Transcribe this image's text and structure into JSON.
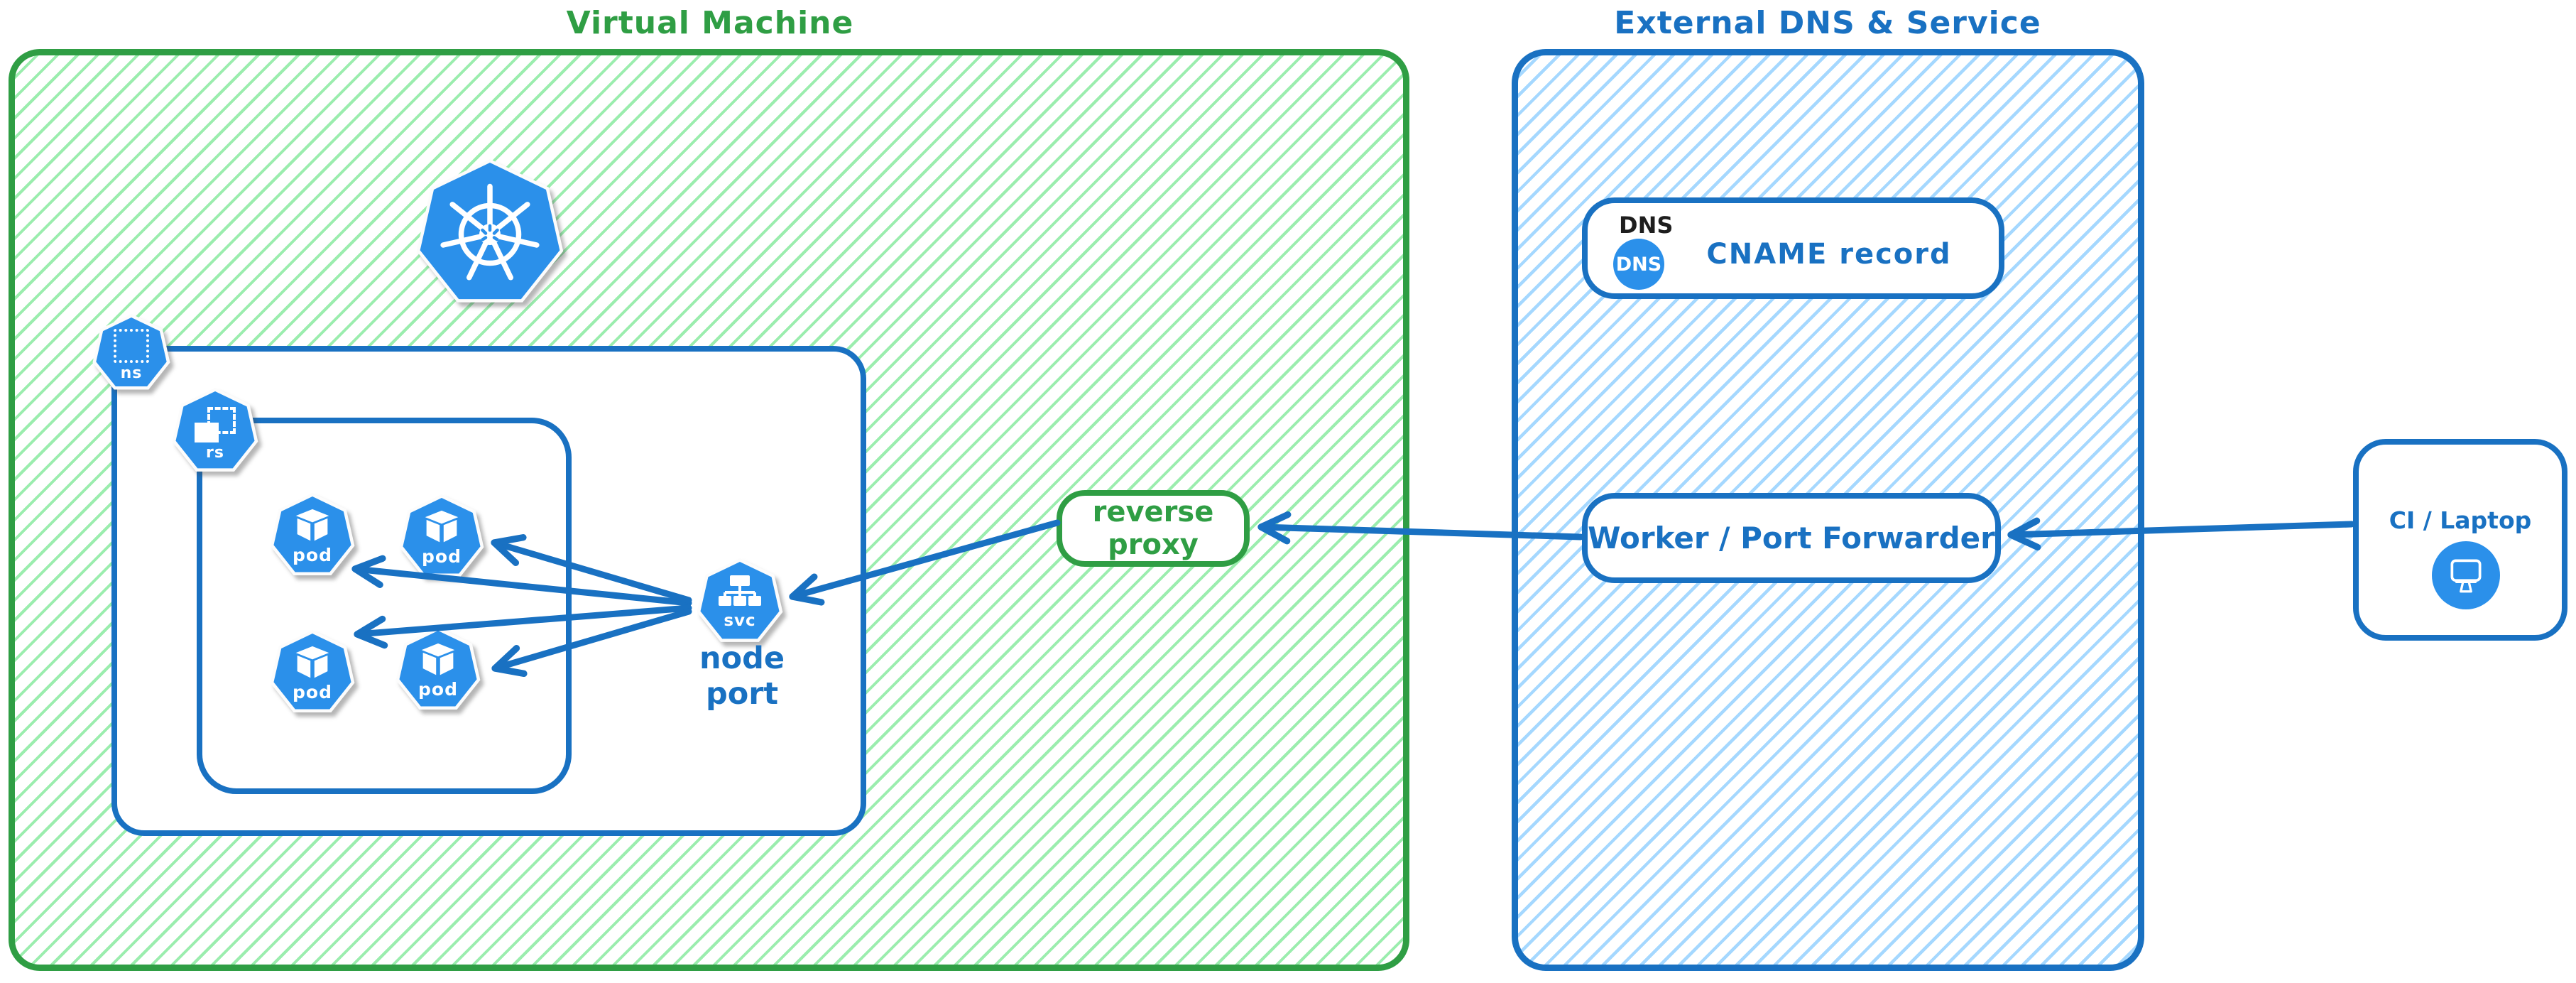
{
  "colors": {
    "green_accent": "#2f9e44",
    "green_hatch": "#9bedae",
    "blue_accent": "#1971c2",
    "blue_hatch": "#a5d8ff",
    "icon_blue": "#2b90ea",
    "dns_tag_color": "#1e1e1e"
  },
  "vm": {
    "title": "Virtual Machine",
    "ns_label": "ns",
    "rs_label": "rs",
    "svc_label": "svc",
    "node_port_label": "node port",
    "pods": [
      {
        "label": "pod"
      },
      {
        "label": "pod"
      },
      {
        "label": "pod"
      },
      {
        "label": "pod"
      }
    ]
  },
  "reverse_proxy": {
    "label": "reverse proxy"
  },
  "external": {
    "title": "External DNS & Service",
    "dns_tag": "DNS",
    "dns_badge": "DNS",
    "cname_label": "CNAME record",
    "worker_label": "Worker / Port Forwarder"
  },
  "ci": {
    "label": "CI / Laptop"
  }
}
